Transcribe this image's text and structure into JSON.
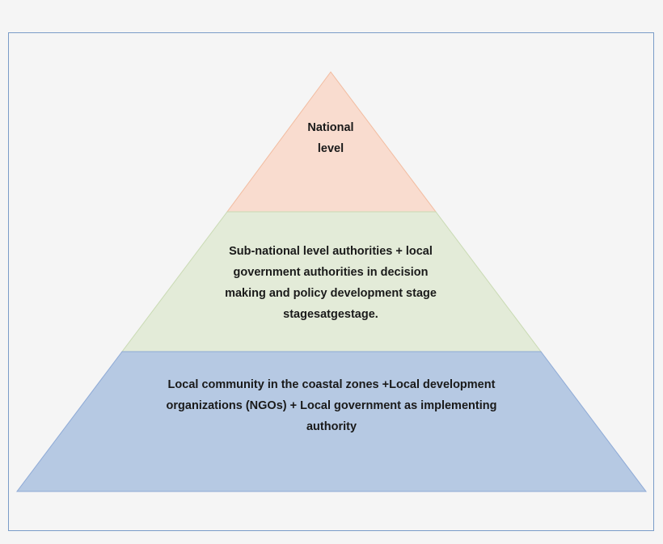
{
  "pyramid": {
    "tiers": [
      {
        "lines": [
          "National",
          "level"
        ],
        "fill": "#f9dccf",
        "stroke": "#f2bca0"
      },
      {
        "lines": [
          "Sub-national level authorities + local",
          "government authorities in decision",
          "making and policy development stage",
          "stagesatgestage."
        ],
        "fill": "#e3ebd8",
        "stroke": "#c9dab3"
      },
      {
        "lines": [
          "Local community in the coastal zones +Local development",
          "organizations (NGOs) + Local government as implementing",
          "authority"
        ],
        "fill": "#b6c9e3",
        "stroke": "#8eaad6"
      }
    ],
    "frame_color": "#7a9cc8"
  }
}
